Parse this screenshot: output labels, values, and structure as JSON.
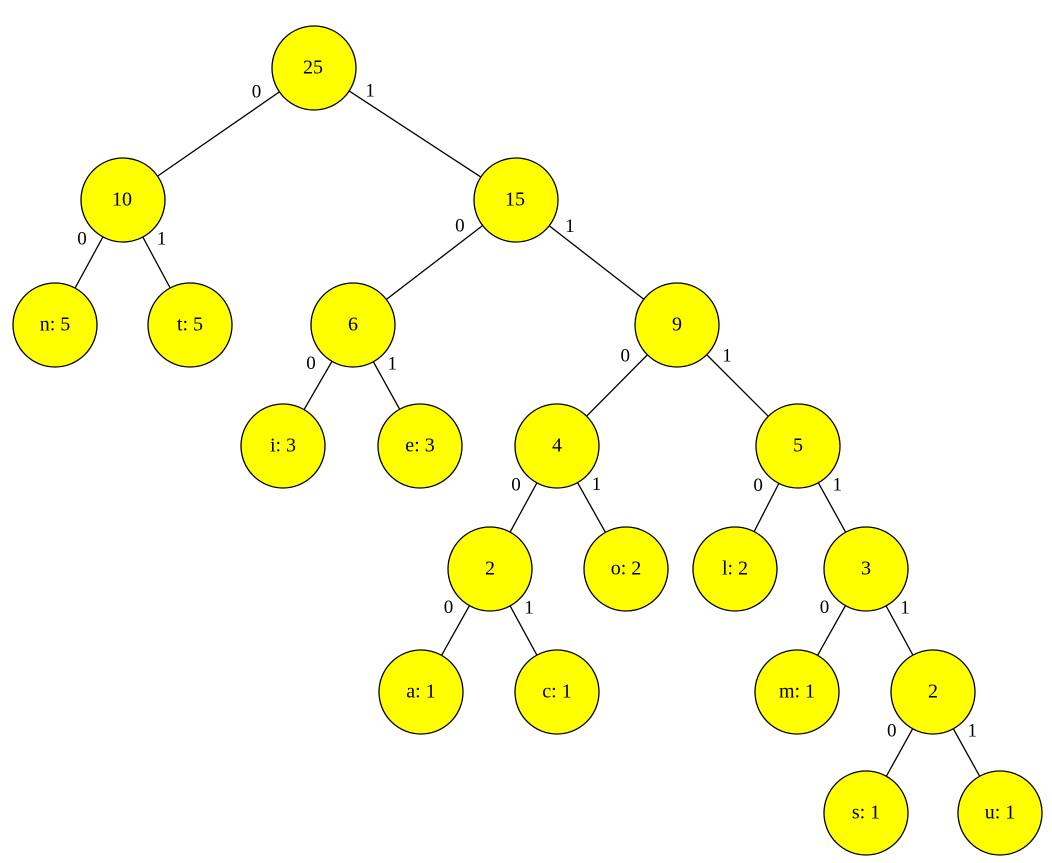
{
  "diagram": {
    "node_fill": "#ffff00",
    "node_stroke": "#000000",
    "edge_color": "#000000",
    "nodes": [
      {
        "id": "root",
        "label": "25"
      },
      {
        "id": "n10",
        "label": "10"
      },
      {
        "id": "n15",
        "label": "15"
      },
      {
        "id": "leaf-n",
        "label": "n: 5"
      },
      {
        "id": "leaf-t",
        "label": "t: 5"
      },
      {
        "id": "n6",
        "label": "6"
      },
      {
        "id": "n9",
        "label": "9"
      },
      {
        "id": "leaf-i",
        "label": "i: 3"
      },
      {
        "id": "leaf-e",
        "label": "e: 3"
      },
      {
        "id": "n4",
        "label": "4"
      },
      {
        "id": "n5",
        "label": "5"
      },
      {
        "id": "n2a",
        "label": "2"
      },
      {
        "id": "leaf-o",
        "label": "o: 2"
      },
      {
        "id": "leaf-l",
        "label": "l: 2"
      },
      {
        "id": "n3",
        "label": "3"
      },
      {
        "id": "leaf-a",
        "label": "a: 1"
      },
      {
        "id": "leaf-c",
        "label": "c: 1"
      },
      {
        "id": "leaf-m",
        "label": "m: 1"
      },
      {
        "id": "n2b",
        "label": "2"
      },
      {
        "id": "leaf-s",
        "label": "s: 1"
      },
      {
        "id": "leaf-u",
        "label": "u: 1"
      }
    ],
    "edges": [
      {
        "from": "root",
        "to": "n10",
        "bit": "0"
      },
      {
        "from": "root",
        "to": "n15",
        "bit": "1"
      },
      {
        "from": "n10",
        "to": "leaf-n",
        "bit": "0"
      },
      {
        "from": "n10",
        "to": "leaf-t",
        "bit": "1"
      },
      {
        "from": "n15",
        "to": "n6",
        "bit": "0"
      },
      {
        "from": "n15",
        "to": "n9",
        "bit": "1"
      },
      {
        "from": "n6",
        "to": "leaf-i",
        "bit": "0"
      },
      {
        "from": "n6",
        "to": "leaf-e",
        "bit": "1"
      },
      {
        "from": "n9",
        "to": "n4",
        "bit": "0"
      },
      {
        "from": "n9",
        "to": "n5",
        "bit": "1"
      },
      {
        "from": "n4",
        "to": "n2a",
        "bit": "0"
      },
      {
        "from": "n4",
        "to": "leaf-o",
        "bit": "1"
      },
      {
        "from": "n5",
        "to": "leaf-l",
        "bit": "0"
      },
      {
        "from": "n5",
        "to": "n3",
        "bit": "1"
      },
      {
        "from": "n2a",
        "to": "leaf-a",
        "bit": "0"
      },
      {
        "from": "n2a",
        "to": "leaf-c",
        "bit": "1"
      },
      {
        "from": "n3",
        "to": "leaf-m",
        "bit": "0"
      },
      {
        "from": "n3",
        "to": "n2b",
        "bit": "1"
      },
      {
        "from": "n2b",
        "to": "leaf-s",
        "bit": "0"
      },
      {
        "from": "n2b",
        "to": "leaf-u",
        "bit": "1"
      }
    ]
  }
}
